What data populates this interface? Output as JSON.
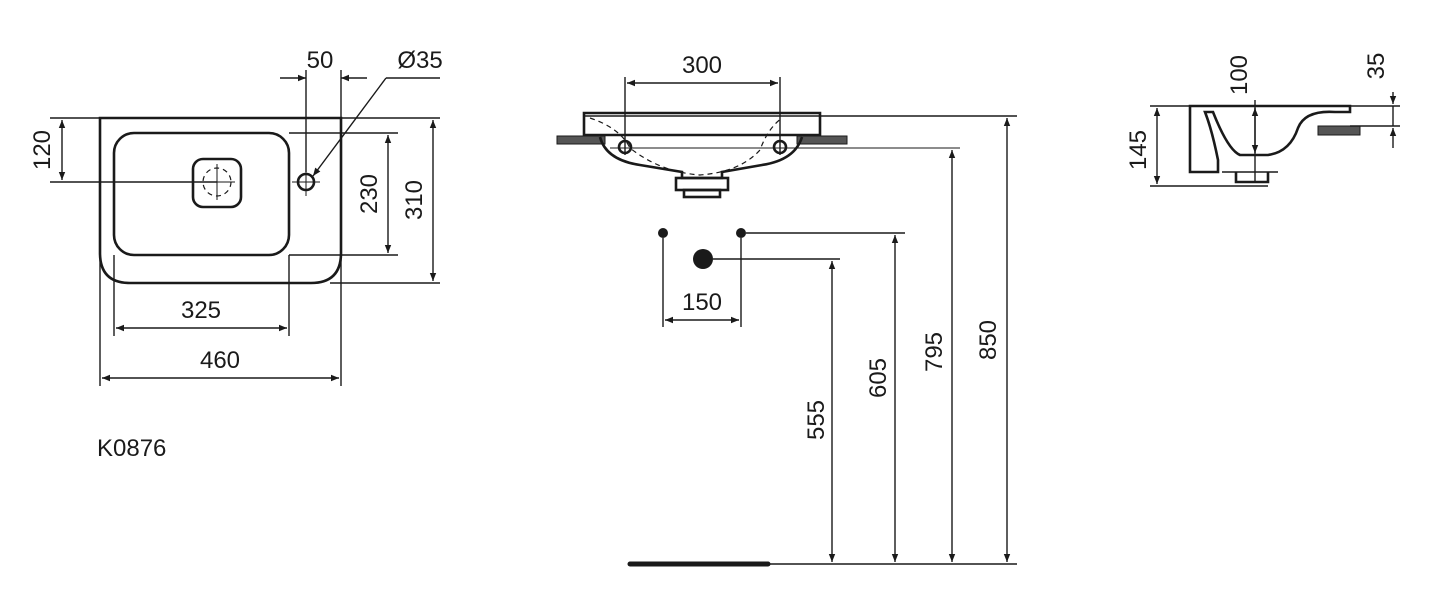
{
  "colors": {
    "ink": "#1a1a1a",
    "background": "#ffffff",
    "hatch": "#555555"
  },
  "model_code": "K0876",
  "top_view": {
    "dim_tap_offset": "50",
    "dim_hole_diameter": "Ø35",
    "dim_drain_offset": "120",
    "dim_bowl_depth": "230",
    "dim_total_depth": "310",
    "dim_bowl_width": "325",
    "dim_total_width": "460"
  },
  "front_view": {
    "dim_bracket_spacing": "300",
    "dim_wall_fixing_spacing": "150",
    "dim_height_555": "555",
    "dim_height_605": "605",
    "dim_height_795": "795",
    "dim_height_850": "850"
  },
  "side_view": {
    "dim_bowl_height": "100",
    "dim_rim_thickness": "35",
    "dim_total_height": "145"
  }
}
